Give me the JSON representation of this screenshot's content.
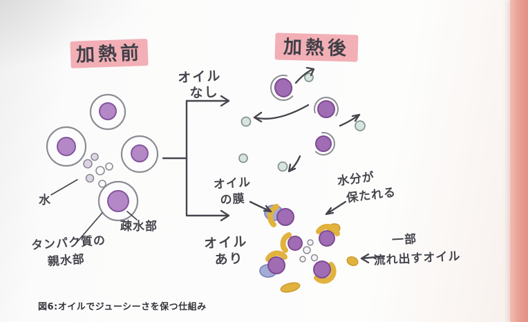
{
  "figure": {
    "caption": "図6:オイルでジューシーさを保つ仕組み"
  },
  "labels": {
    "before": "加熱前",
    "after": "加熱後"
  },
  "branches": {
    "no_oil": [
      "オイル",
      "なし"
    ],
    "with_oil": [
      "オイル",
      "あり"
    ]
  },
  "annotations": {
    "water": "水",
    "hydrophobic": "疎水部",
    "hydrophilic": [
      "タンパク質の",
      "親水部"
    ],
    "oil_film": [
      "オイル",
      "の膜"
    ],
    "moisture": [
      "水分が",
      "保たれる"
    ],
    "leaked_oil": [
      "一部",
      "流れ出すオイル"
    ]
  },
  "colors": {
    "highlight_pink": "#f2afb5",
    "ink": "#45454d",
    "cell_outline": "#8b8b93",
    "protein_purple": "#a06cb4",
    "oil_yellow": "#e2b23e",
    "membrane_blue": "#a3abd6",
    "water_pale": "#d7e4df",
    "page_edge_pink": "#e59a8e"
  }
}
